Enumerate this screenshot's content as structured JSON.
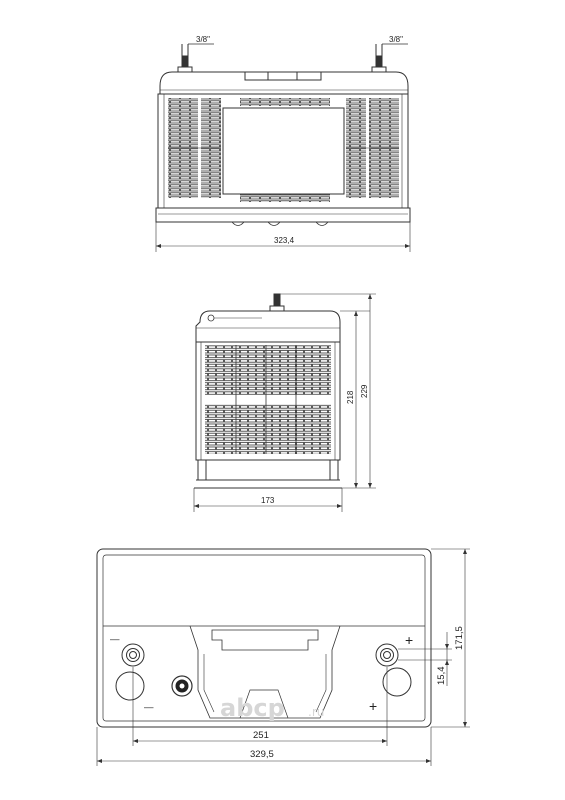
{
  "front_view": {
    "terminal_size_left": "3/8\"",
    "terminal_size_right": "3/8\"",
    "length": "323,4"
  },
  "side_view": {
    "width": "173",
    "height_case": "218",
    "height_total": "229"
  },
  "top_view": {
    "minus_sign": "—",
    "minus_sign_2": "—",
    "plus_sign": "+",
    "plus_sign_2": "+",
    "terminal_spacing": "251",
    "length_base": "329,5",
    "depth": "171,5",
    "terminal_offset": "15,4"
  },
  "watermark": {
    "text": "abcp",
    "suffix": ".ru"
  }
}
